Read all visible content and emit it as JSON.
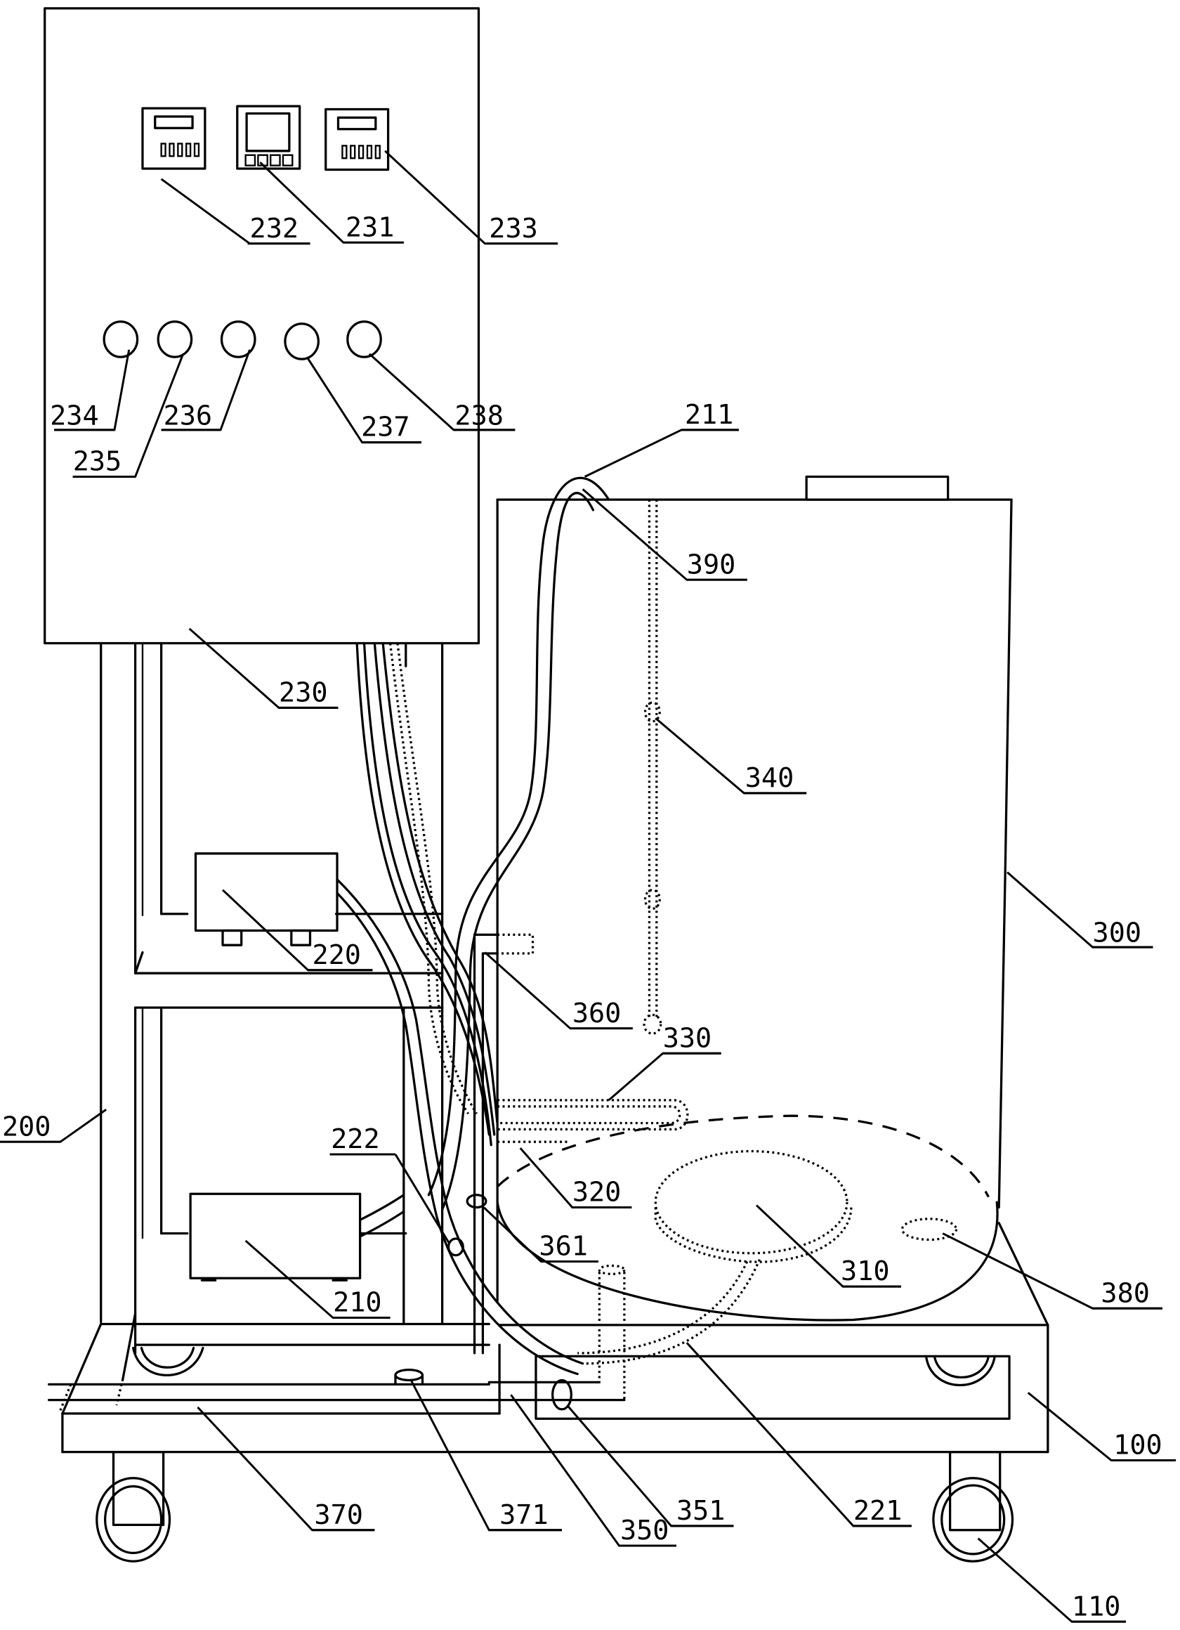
{
  "figure": {
    "type": "patent line drawing",
    "subject": "mobile tank unit with control cabinet on wheeled base"
  },
  "labels": {
    "l100": "100",
    "l110": "110",
    "l200": "200",
    "l210": "210",
    "l211": "211",
    "l220": "220",
    "l221": "221",
    "l222": "222",
    "l230": "230",
    "l231": "231",
    "l232": "232",
    "l233": "233",
    "l234": "234",
    "l235": "235",
    "l236": "236",
    "l237": "237",
    "l238": "238",
    "l300": "300",
    "l310": "310",
    "l320": "320",
    "l330": "330",
    "l340": "340",
    "l350": "350",
    "l351": "351",
    "l360": "360",
    "l361": "361",
    "l370": "370",
    "l371": "371",
    "l380": "380",
    "l390": "390"
  },
  "components": [
    {
      "ref": "100",
      "part": "base"
    },
    {
      "ref": "110",
      "part": "caster-wheel"
    },
    {
      "ref": "200",
      "part": "frame"
    },
    {
      "ref": "210",
      "part": "lower-device-box"
    },
    {
      "ref": "211",
      "part": "hose"
    },
    {
      "ref": "220",
      "part": "upper-device-box"
    },
    {
      "ref": "221",
      "part": "pipe"
    },
    {
      "ref": "222",
      "part": "pipe-fitting"
    },
    {
      "ref": "230",
      "part": "control-cabinet"
    },
    {
      "ref": "231",
      "part": "display-controller"
    },
    {
      "ref": "232",
      "part": "meter-left"
    },
    {
      "ref": "233",
      "part": "meter-right"
    },
    {
      "ref": "234",
      "part": "knob-1"
    },
    {
      "ref": "235",
      "part": "knob-2"
    },
    {
      "ref": "236",
      "part": "knob-3"
    },
    {
      "ref": "237",
      "part": "knob-4"
    },
    {
      "ref": "238",
      "part": "knob-5"
    },
    {
      "ref": "300",
      "part": "tank"
    },
    {
      "ref": "310",
      "part": "bottom-disc"
    },
    {
      "ref": "320",
      "part": "lower-heater"
    },
    {
      "ref": "330",
      "part": "u-heater"
    },
    {
      "ref": "340",
      "part": "level-probe"
    },
    {
      "ref": "350",
      "part": "drain-pipe"
    },
    {
      "ref": "351",
      "part": "drain-valve"
    },
    {
      "ref": "360",
      "part": "side-inlet"
    },
    {
      "ref": "361",
      "part": "inlet-ring"
    },
    {
      "ref": "370",
      "part": "outlet-pipe"
    },
    {
      "ref": "371",
      "part": "outlet-port"
    },
    {
      "ref": "380",
      "part": "bottom-port"
    },
    {
      "ref": "390",
      "part": "top-inlet"
    }
  ]
}
